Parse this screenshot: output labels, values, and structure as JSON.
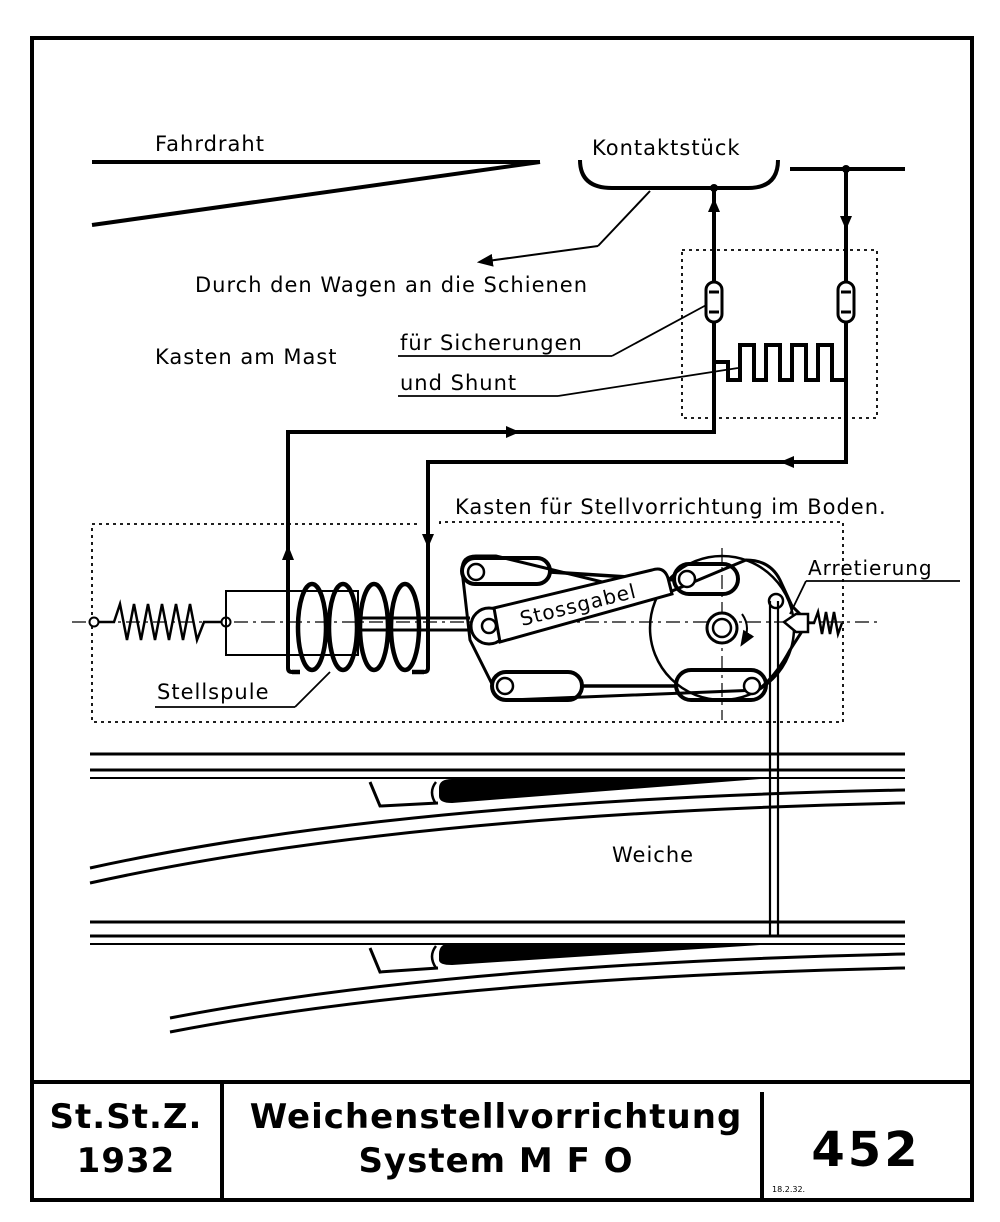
{
  "labels": {
    "fahrdraht": "Fahrdraht",
    "kontaktstueck": "Kontaktstück",
    "durch_den_wagen": "Durch den Wagen an die Schienen",
    "kasten_am_mast": "Kasten am Mast",
    "fuer_sicherungen": "für Sicherungen",
    "und_shunt": "und Shunt",
    "kasten_stellvorrichtung": "Kasten für Stellvorrichtung im Boden.",
    "arretierung": "Arretierung",
    "stossgabel": "Stossgabel",
    "stellspule": "Stellspule",
    "weiche": "Weiche"
  },
  "title_block": {
    "series_line1": "St.St.Z.",
    "series_line2": "1932",
    "title_line1": "Weichenstellvorrichtung",
    "title_line2": "System M F O",
    "sheet_number": "452",
    "date": "18.2.32."
  }
}
